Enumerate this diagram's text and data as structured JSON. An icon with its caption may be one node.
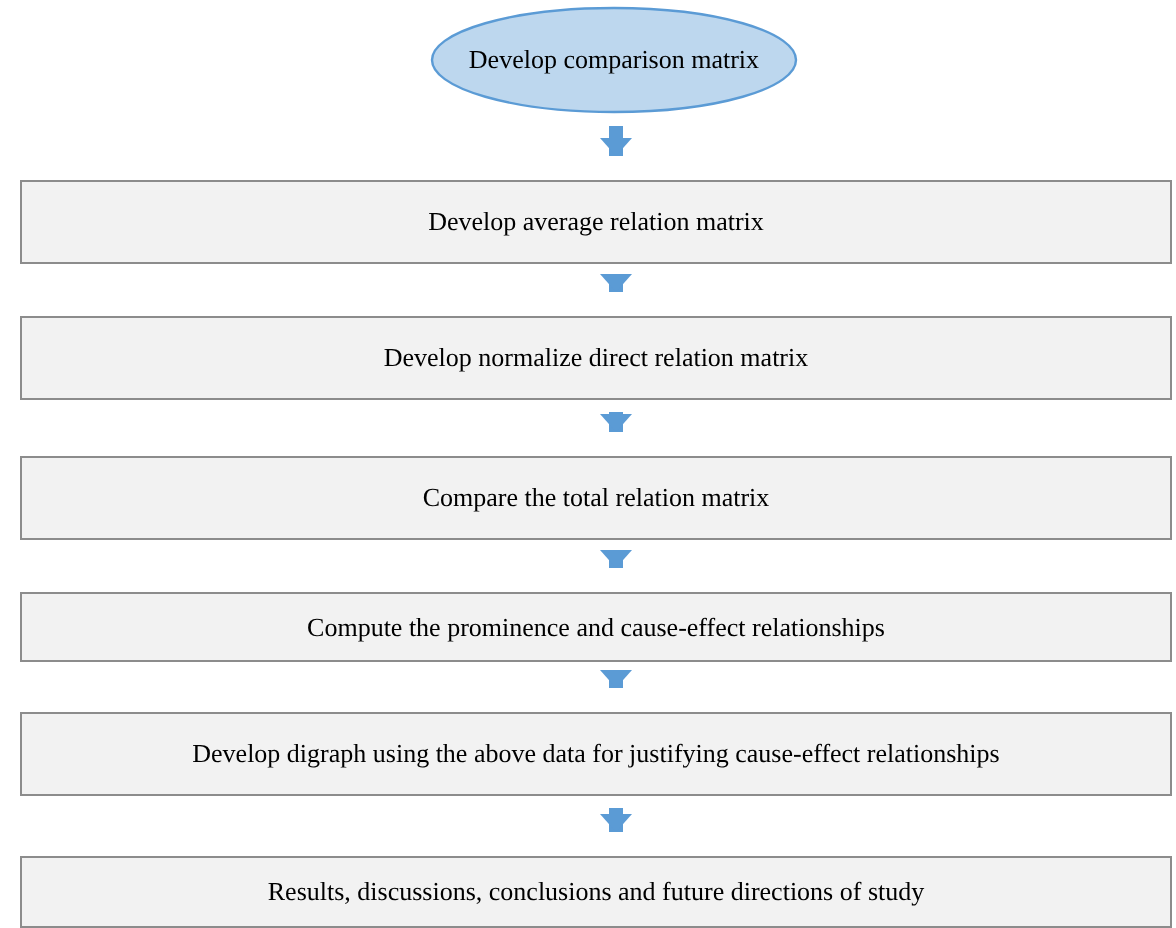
{
  "diagram": {
    "nodes": [
      {
        "text": [
          "Develop comparison matrix"
        ]
      },
      {
        "text": [
          "Develop average relation matrix"
        ]
      },
      {
        "text": [
          "Develop normalize direct relation matrix"
        ]
      },
      {
        "text": [
          "Compare the total relation matrix"
        ]
      },
      {
        "text": [
          "Compute the prominence and cause-effect relationships"
        ]
      },
      {
        "text": [
          "Develop digraph using the above data for justifying cause-effect relationships"
        ]
      },
      {
        "text": [
          "Results, discussions, conclusions and future directions of study"
        ]
      }
    ],
    "edges": [
      {
        "from": 0,
        "to": 1,
        "arrow": "to"
      },
      {
        "from": 1,
        "to": 2,
        "arrow": "to"
      },
      {
        "from": 2,
        "to": 3,
        "arrow": "to"
      },
      {
        "from": 3,
        "to": 4,
        "arrow": "to"
      },
      {
        "from": 4,
        "to": 5,
        "arrow": "to"
      },
      {
        "from": 5,
        "to": 6,
        "arrow": "to"
      }
    ]
  }
}
